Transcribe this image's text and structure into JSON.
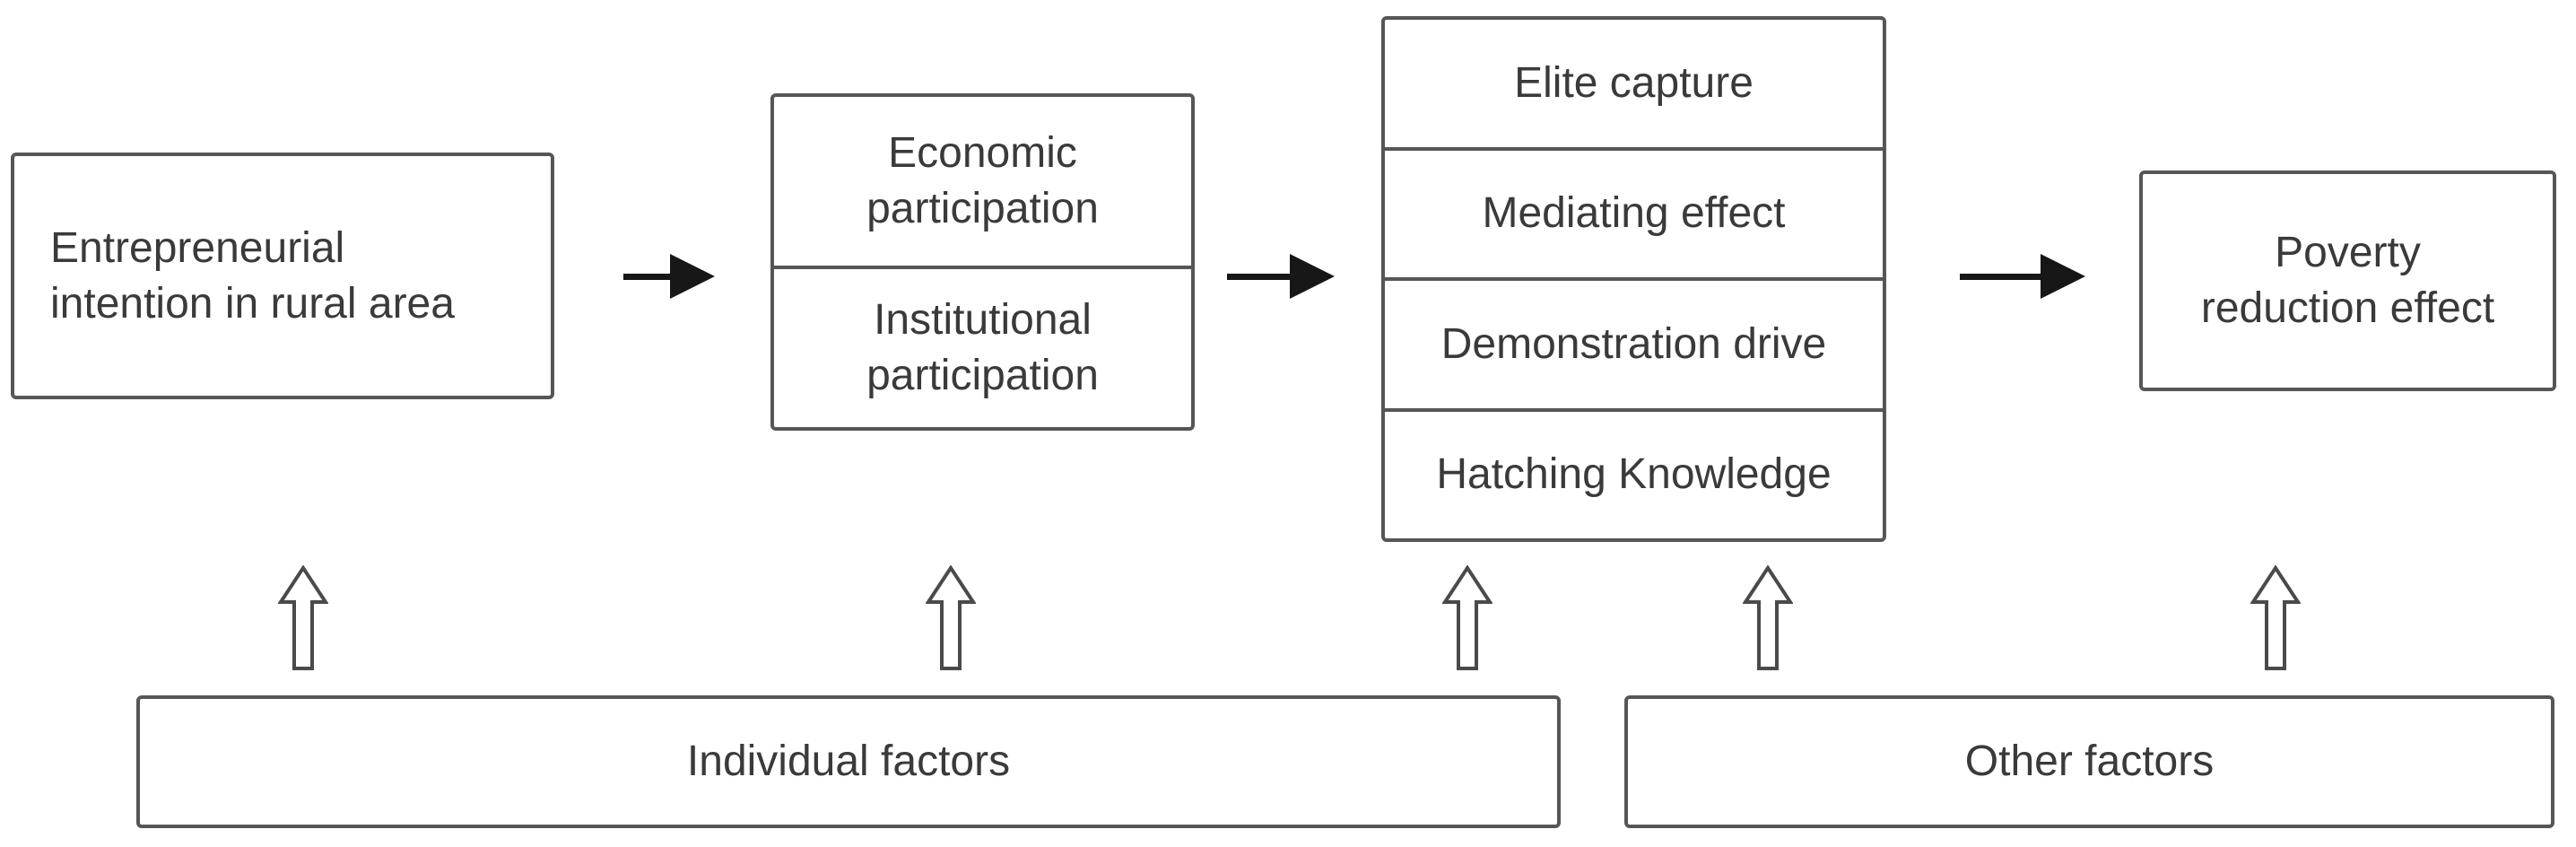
{
  "figure": {
    "background_color": "#ffffff",
    "border_color": "#565656",
    "text_color": "#3a3a3a",
    "arrow_color": "#171717",
    "nodes": {
      "intention": {
        "lines": [
          "Entrepreneurial",
          "intention in rural area"
        ]
      },
      "participation": {
        "rows": [
          {
            "lines": [
              "Economic",
              "participation"
            ]
          },
          {
            "lines": [
              "Institutional",
              "participation"
            ]
          }
        ]
      },
      "mechanisms": {
        "rows": [
          "Elite capture",
          "Mediating effect",
          "Demonstration drive",
          "Hatching Knowledge"
        ]
      },
      "poverty": {
        "lines": [
          "Poverty",
          "reduction effect"
        ]
      },
      "individual_factors": {
        "label": "Individual factors"
      },
      "other_factors": {
        "label": "Other factors"
      }
    }
  }
}
